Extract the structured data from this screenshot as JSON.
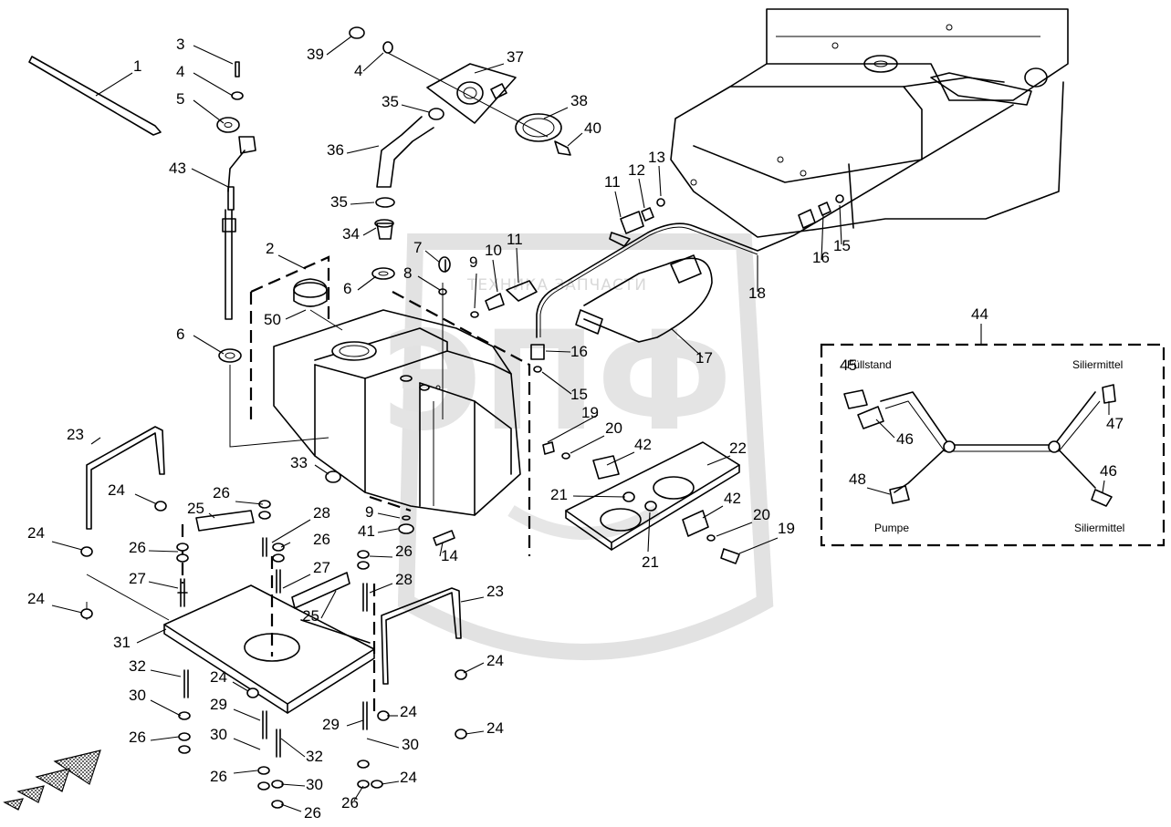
{
  "watermark": {
    "line": "ТЕХНИКА   ЗАПЧАСТИ",
    "letters": "ЭПФ"
  },
  "detail_box": {
    "label": "44",
    "texts": [
      "Füllstand",
      "Siliermittel",
      "Pumpe",
      "Siliermittel"
    ]
  },
  "callouts": [
    "1",
    "3",
    "4",
    "5",
    "43",
    "2",
    "6",
    "50",
    "6",
    "33",
    "39",
    "4",
    "37",
    "35",
    "38",
    "40",
    "36",
    "35",
    "34",
    "7",
    "8",
    "9",
    "10",
    "11",
    "11",
    "12",
    "13",
    "16",
    "15",
    "18",
    "17",
    "16",
    "15",
    "19",
    "20",
    "42",
    "22",
    "21",
    "21",
    "42",
    "20",
    "19",
    "14",
    "9",
    "41",
    "23",
    "24",
    "25",
    "26",
    "28",
    "26",
    "24",
    "26",
    "27",
    "24",
    "31",
    "32",
    "30",
    "26",
    "27",
    "25",
    "26",
    "28",
    "23",
    "24",
    "24",
    "29",
    "30",
    "32",
    "30",
    "26",
    "26",
    "29",
    "24",
    "24",
    "30",
    "26",
    "24",
    "45",
    "46",
    "48",
    "47",
    "46"
  ]
}
